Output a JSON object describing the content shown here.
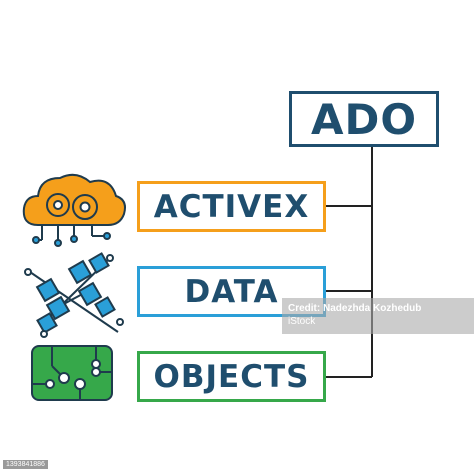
{
  "title": "ADO",
  "terms": [
    {
      "label": "ACTIVEX",
      "color": "#f59f1b"
    },
    {
      "label": "DATA",
      "color": "#2a9fd8"
    },
    {
      "label": "OBJECTS",
      "color": "#36a84a"
    }
  ],
  "colors": {
    "title_border": "#1f4e6e",
    "text": "#1f4e6e",
    "connector": "#222222"
  },
  "icons": [
    "cloud-gears-icon",
    "data-flow-icon",
    "circuit-board-icon"
  ],
  "watermark": {
    "line1": "Credit: Nadezhda Kozhedub",
    "line2": "iStock"
  },
  "stock_id": "1393841886"
}
